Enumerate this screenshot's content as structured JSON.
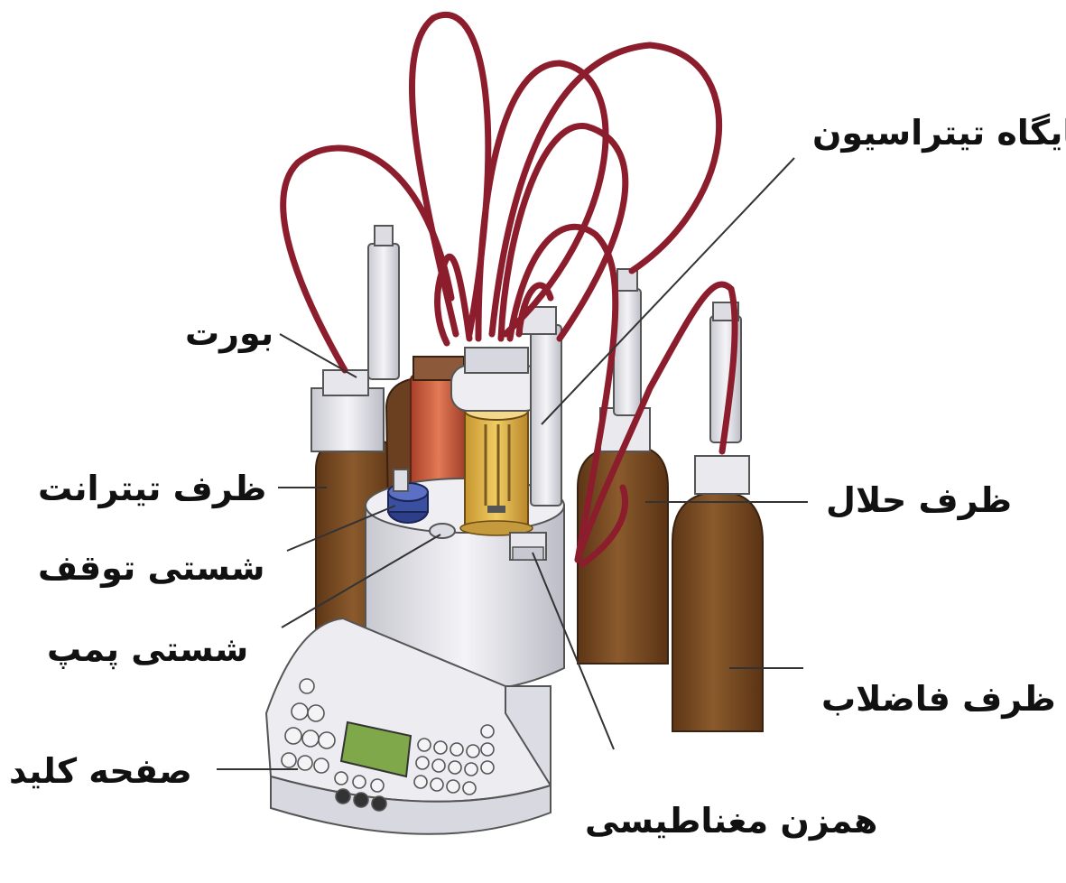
{
  "labels": {
    "titration_cell": "جایگاه تیتراسیون",
    "burette": "بورت",
    "titrant_bottle": "ظرف تیترانت",
    "stop_wash": "شستی توقف",
    "pump_wash": "شستی پمپ",
    "keypad": "صفحه کلید",
    "magnetic_stirrer": "همزن مغناطیسی",
    "solvent_bottle": "ظرف حلال",
    "waste_bottle": "ظرف فاضلاب"
  },
  "colors": {
    "tubing": "#8c1d2c",
    "bottle_amber": "#7a4a22",
    "base_body": "#e4e4ea",
    "display_screen": "#7fa84a",
    "cell_yellow": "#e3b94a",
    "red_bottle": "#c8553a",
    "blue_cap": "#3a4fa0",
    "leader_line": "#333333"
  }
}
